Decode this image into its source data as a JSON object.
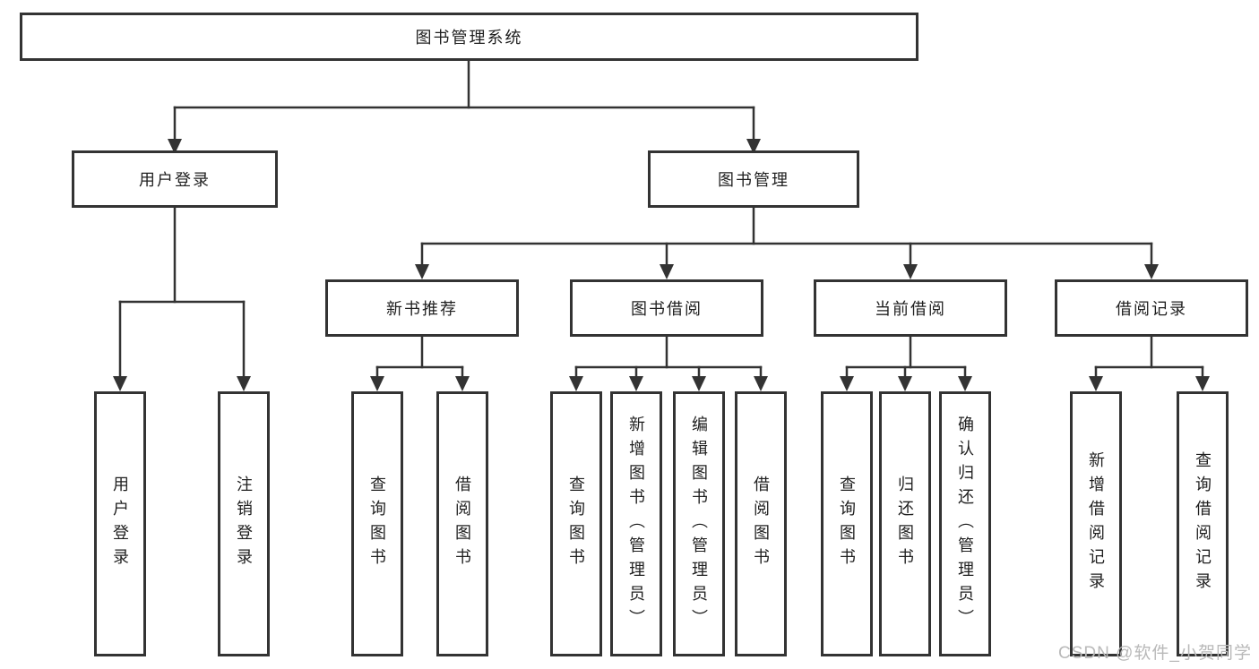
{
  "tree": {
    "root": {
      "label": "图书管理系统",
      "children": [
        {
          "label": "用户登录",
          "children": [
            {
              "label": "用户登录"
            },
            {
              "label": "注销登录"
            }
          ]
        },
        {
          "label": "图书管理",
          "children": [
            {
              "label": "新书推荐",
              "children": [
                {
                  "label": "查询图书"
                },
                {
                  "label": "借阅图书"
                }
              ]
            },
            {
              "label": "图书借阅",
              "children": [
                {
                  "label": "查询图书"
                },
                {
                  "label": "新增图书（管理员）"
                },
                {
                  "label": "编辑图书（管理员）"
                },
                {
                  "label": "借阅图书"
                }
              ]
            },
            {
              "label": "当前借阅",
              "children": [
                {
                  "label": "查询图书"
                },
                {
                  "label": "归还图书"
                },
                {
                  "label": "确认归还（管理员）"
                }
              ]
            },
            {
              "label": "借阅记录",
              "children": [
                {
                  "label": "新增借阅记录"
                },
                {
                  "label": "查询借阅记录"
                }
              ]
            }
          ]
        }
      ]
    }
  },
  "watermark": {
    "text": "CSDN @软件_小贺同学"
  },
  "colors": {
    "ink": "#333333",
    "text": "#1f1f1f",
    "watermark": "#b9b9b9",
    "background": "#ffffff"
  }
}
